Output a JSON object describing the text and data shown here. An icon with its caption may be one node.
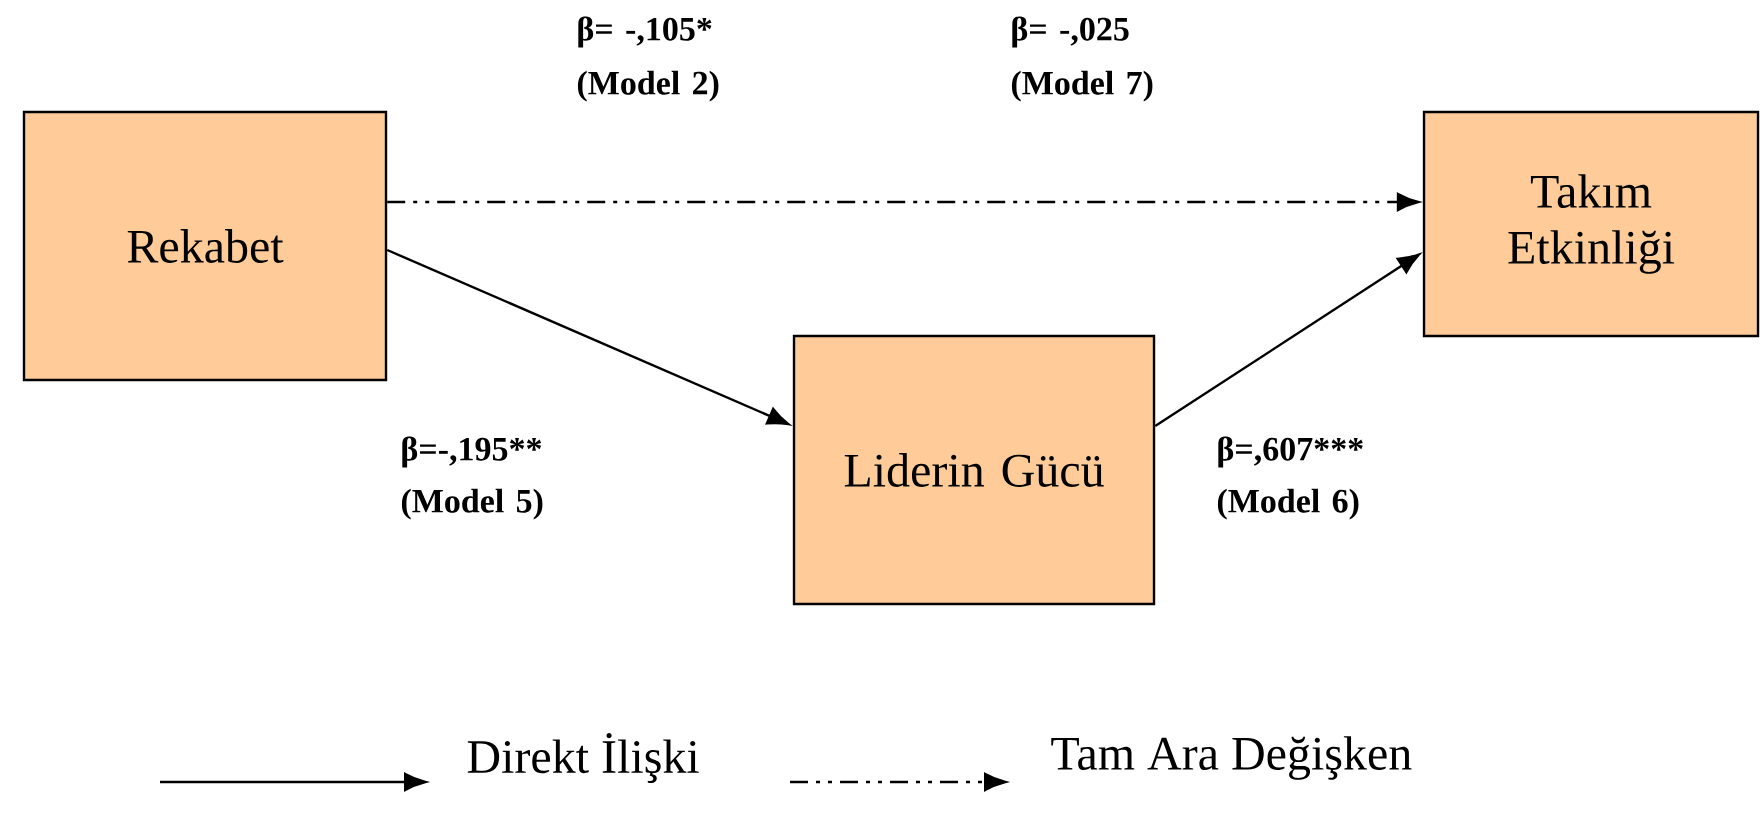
{
  "diagram": {
    "nodes": [
      {
        "text": [
          "Rekabet"
        ]
      },
      {
        "text": [
          "Takım Etkinliği"
        ]
      },
      {
        "text": [
          "Liderin Gücü"
        ]
      }
    ],
    "edges": [
      {
        "from": 0,
        "to": 1,
        "arrow": "to",
        "style": "dashed"
      },
      {
        "from": 0,
        "to": 2,
        "arrow": "to",
        "label": "β=-,195** (Model 5)"
      },
      {
        "from": 2,
        "to": 1,
        "arrow": "to",
        "label": "β=,607*** (Model 6)"
      }
    ],
    "labels": [
      "β= -,105* (Model 2)",
      "β= -,025 (Model 7)"
    ],
    "legend": [
      {
        "text": "Direkt İlişki"
      },
      {
        "text": "Tam Ara Değişken"
      }
    ]
  }
}
